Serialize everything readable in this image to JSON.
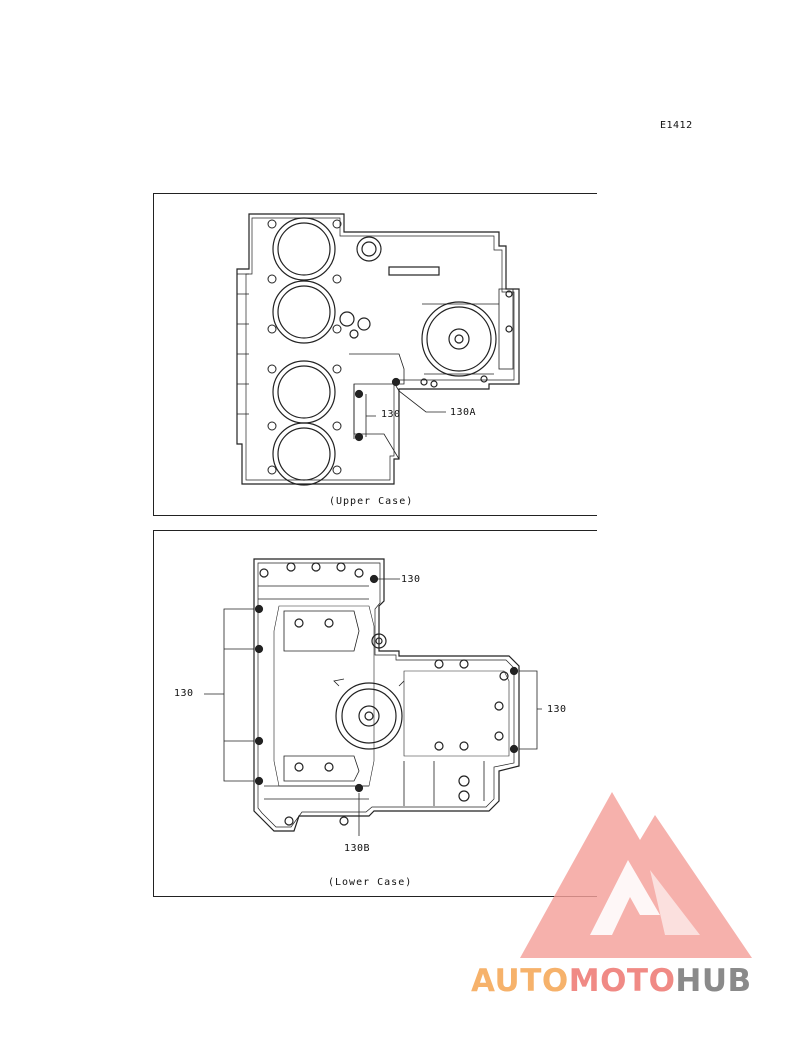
{
  "code": "E1412",
  "upper": {
    "caption": "(Upper Case)",
    "labels": [
      "130",
      "130A"
    ]
  },
  "lower": {
    "caption": "(Lower Case)",
    "labels": [
      "130",
      "130",
      "130",
      "130B"
    ]
  },
  "watermark": {
    "part1": "AUTO",
    "part2": "MOTO",
    "part3": "HUB",
    "colors": {
      "auto": "#f6b26b",
      "moto": "#f08a85",
      "hub": "#8a8a8a",
      "triangle": "#f4a09a"
    }
  }
}
